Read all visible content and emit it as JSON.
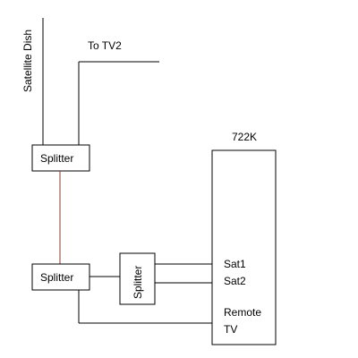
{
  "labels": {
    "dish": "Satellite Dish",
    "tv2": "To TV2",
    "receiver": "722K",
    "splitter_top": "Splitter",
    "splitter_bottom": "Splitter",
    "splitter_vertical": "Splitter",
    "sat1": "Sat1",
    "sat2": "Sat2",
    "remote": "Remote",
    "tv": "TV"
  },
  "colors": {
    "line": "#000000",
    "link": "#8b3a2a"
  }
}
